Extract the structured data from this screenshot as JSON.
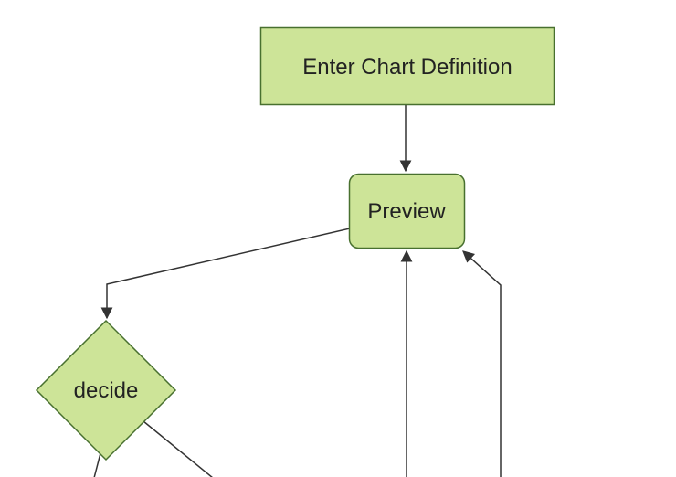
{
  "diagram": {
    "type": "flowchart",
    "background": "#ffffff",
    "colors": {
      "node_fill": "#cde498",
      "node_border": "#48702f",
      "edge": "#333333",
      "text": "#222222"
    },
    "nodes": [
      {
        "id": "enter-chart-definition",
        "shape": "rectangle",
        "label": "Enter Chart Definition"
      },
      {
        "id": "preview",
        "shape": "rounded-rectangle",
        "label": "Preview"
      },
      {
        "id": "decide",
        "shape": "diamond",
        "label": "decide"
      }
    ],
    "edges": [
      {
        "from": "enter-chart-definition",
        "to": "preview",
        "arrow": true
      },
      {
        "from": "preview",
        "to": "decide",
        "arrow": true
      },
      {
        "from": "offscreen-bottom",
        "to": "preview",
        "arrow": true
      },
      {
        "from": "offscreen-bottom-right",
        "to": "preview",
        "arrow": true
      },
      {
        "from": "decide",
        "to": "offscreen-bottom-left",
        "arrow": false
      },
      {
        "from": "decide",
        "to": "offscreen-bottom-right",
        "arrow": false
      }
    ]
  }
}
